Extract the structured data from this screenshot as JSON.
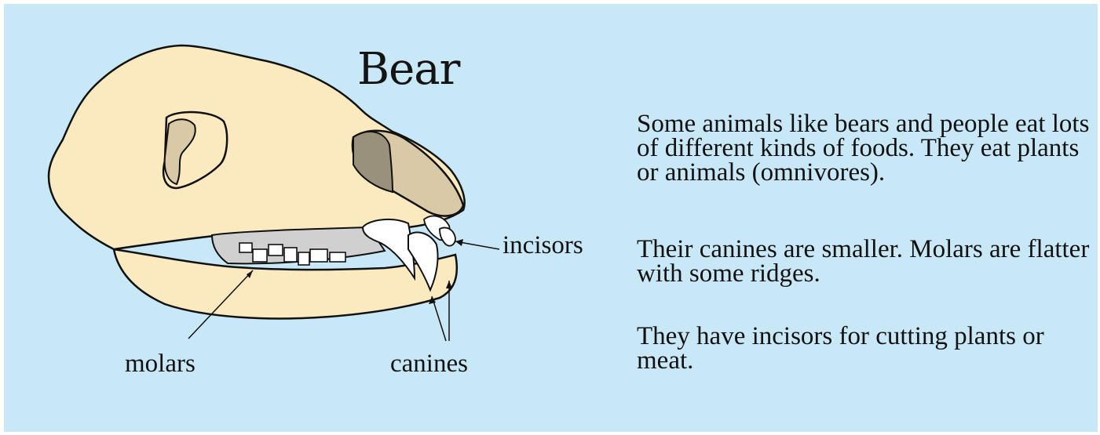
{
  "title": "Bear",
  "labels": {
    "molars": "molars",
    "canines": "canines",
    "incisors": "incisors"
  },
  "paragraphs": [
    "Some animals like bears and people eat lots of different kinds of foods. They eat plants or animals (omnivores).",
    "Their canines are smaller. Molars are flatter with some ridges.",
    "They have incisors for cutting plants or meat."
  ],
  "colors": {
    "background": "#c8e8f8",
    "bone": "#fbe9c0",
    "socket": "#d9c9a6",
    "dark_socket": "#9a917c",
    "gum": "#d0d0d0"
  }
}
